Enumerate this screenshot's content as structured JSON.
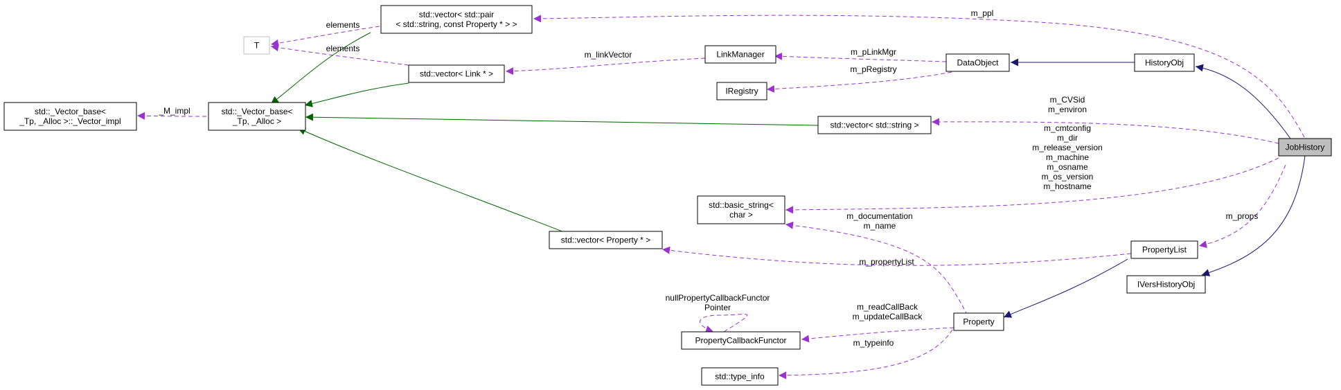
{
  "nodes": {
    "job_history": [
      "JobHistory"
    ],
    "history_obj": [
      "HistoryObj"
    ],
    "ivers_history_obj": [
      "IVersHistoryObj"
    ],
    "data_object": [
      "DataObject"
    ],
    "link_manager": [
      "LinkManager"
    ],
    "iregistry": [
      "IRegistry"
    ],
    "property_list": [
      "PropertyList"
    ],
    "property": [
      "Property"
    ],
    "property_callback_functor": [
      "PropertyCallbackFunctor"
    ],
    "type_info": [
      "std::type_info"
    ],
    "basic_string": [
      "std::basic_string<",
      "char >"
    ],
    "vector_string": [
      "std::vector< std::string >"
    ],
    "vector_property": [
      "std::vector< Property * >"
    ],
    "vector_link": [
      "std::vector< Link * >"
    ],
    "vector_pair": [
      "std::vector< std::pair",
      "< std::string, const Property * > >"
    ],
    "vector_base": [
      "std::_Vector_base<",
      "_Tp, _Alloc >"
    ],
    "vector_impl": [
      "std::_Vector_base<",
      "_Tp, _Alloc >::_Vector_impl"
    ],
    "t": [
      "T"
    ]
  },
  "edge_labels": {
    "m_ppl": [
      "m_ppl"
    ],
    "m_plinkmgr": [
      "m_pLinkMgr"
    ],
    "m_pregistry": [
      "m_pRegistry"
    ],
    "m_linkvector": [
      "m_linkVector"
    ],
    "elements_pair": [
      "elements"
    ],
    "elements_link": [
      "elements"
    ],
    "m_impl": [
      "_M_impl"
    ],
    "string_vec": [
      "m_CVSid",
      "m_environ"
    ],
    "string_fields": [
      "m_cmtconfig",
      "m_dir",
      "m_release_version",
      "m_machine",
      "m_osname",
      "m_os_version",
      "m_hostname"
    ],
    "m_props": [
      "m_props"
    ],
    "doc_name": [
      "m_documentation",
      "m_name"
    ],
    "m_propertylist": [
      "m_propertyList"
    ],
    "self_loop": [
      "nullPropertyCallbackFunctor",
      "Pointer"
    ],
    "callbacks": [
      "m_readCallBack",
      "m_updateCallBack"
    ],
    "m_typeinfo": [
      "m_typeinfo"
    ]
  },
  "colors": {
    "usage_arrow": "#9a32cd",
    "public_inheritance": "#191970",
    "template_instance": "#006400",
    "focus_fill": "#bfbfbf"
  }
}
